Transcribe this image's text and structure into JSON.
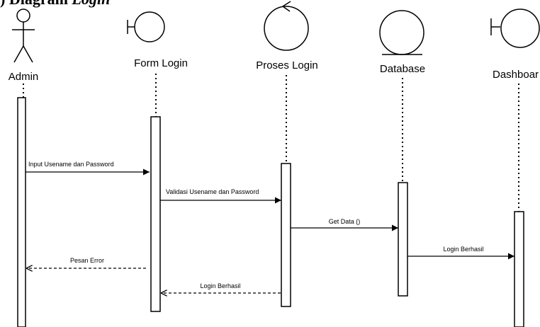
{
  "title": {
    "prefix": ") Diagram ",
    "emphasis": "Login"
  },
  "participants": [
    {
      "id": "admin",
      "label": "Admin",
      "kind": "actor"
    },
    {
      "id": "form-login",
      "label": "Form Login",
      "kind": "boundary"
    },
    {
      "id": "proses-login",
      "label": "Proses Login",
      "kind": "control"
    },
    {
      "id": "database",
      "label": "Database",
      "kind": "entity"
    },
    {
      "id": "dashboard",
      "label": "Dashboar",
      "kind": "boundary"
    }
  ],
  "messages": [
    {
      "from": "admin",
      "to": "form-login",
      "label": "Input Usename dan Password",
      "style": "solid"
    },
    {
      "from": "form-login",
      "to": "proses-login",
      "label": "Validasi Usename dan Password",
      "style": "solid"
    },
    {
      "from": "proses-login",
      "to": "database",
      "label": "Get Data ()",
      "style": "solid"
    },
    {
      "from": "database",
      "to": "dashboard",
      "label": "Login Berhasil",
      "style": "solid"
    },
    {
      "from": "form-login",
      "to": "admin",
      "label": "Pesan Error",
      "style": "dashed"
    },
    {
      "from": "proses-login",
      "to": "form-login",
      "label": "Login Berhasil",
      "style": "dashed"
    }
  ]
}
